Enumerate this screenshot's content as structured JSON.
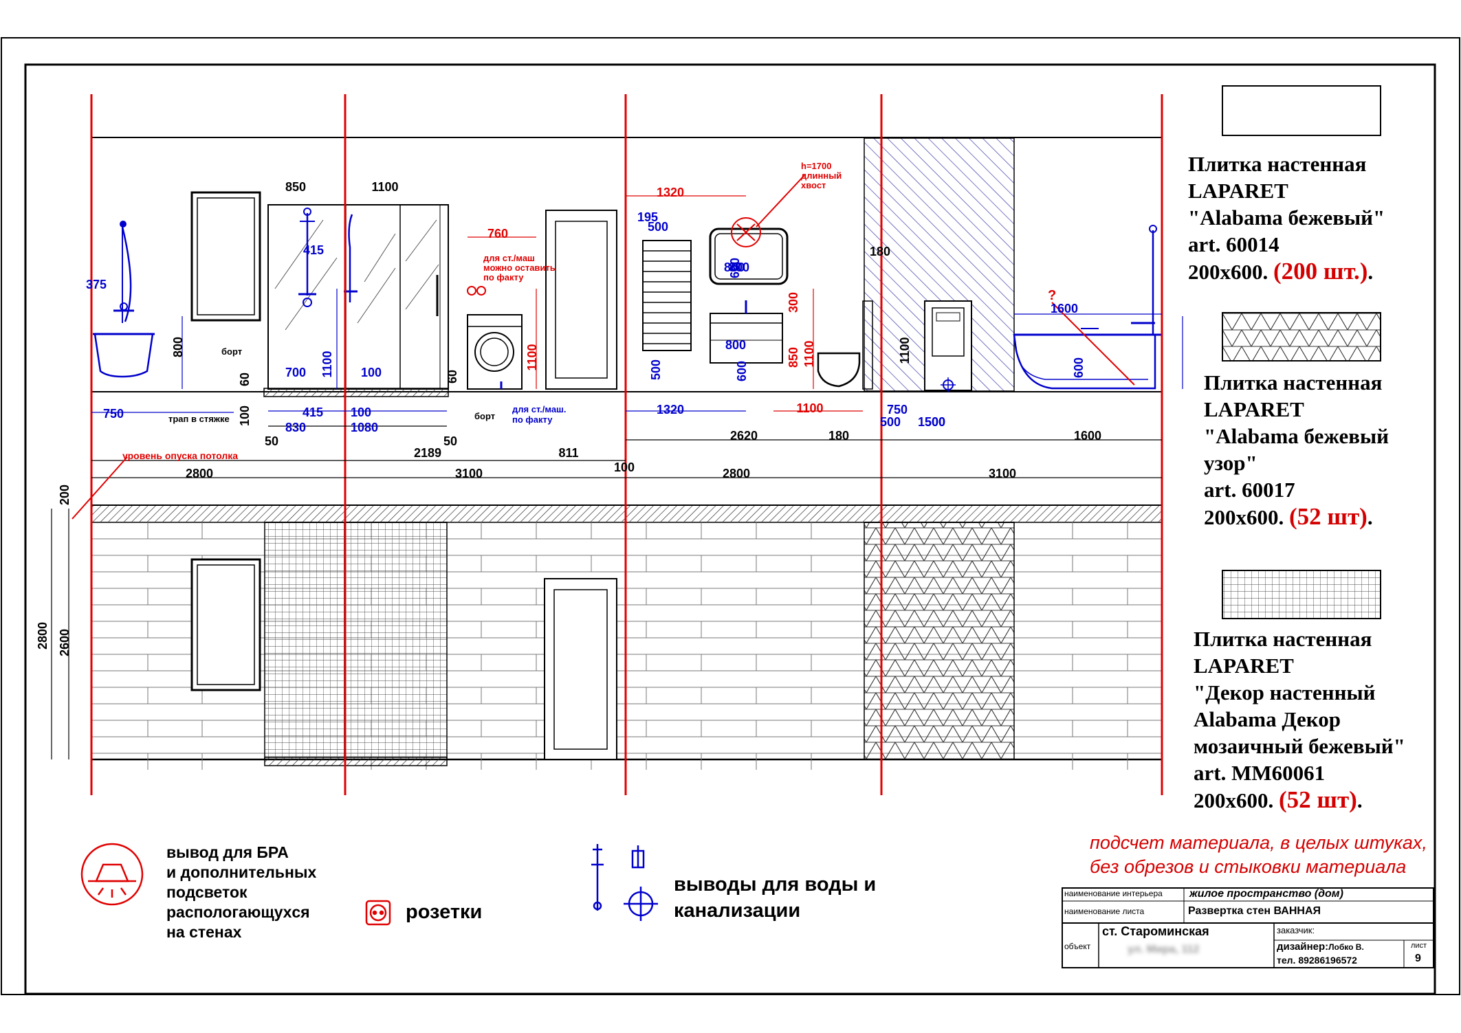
{
  "drawing": {
    "dims_blue": [
      "375",
      "415",
      "1100",
      "700",
      "100",
      "415",
      "100",
      "830",
      "1080",
      "800",
      "750",
      "600",
      "600",
      "500",
      "1320",
      "1600",
      "600",
      "800",
      "500",
      "500",
      "1500",
      "750",
      "195",
      "500",
      "800"
    ],
    "dims_red": [
      "1320",
      "760",
      "1100",
      "850",
      "300",
      "1100",
      "1100"
    ],
    "dims_black": [
      "850",
      "1100",
      "800",
      "60",
      "100",
      "60",
      "50",
      "50",
      "2189",
      "811",
      "100",
      "2620",
      "180",
      "180",
      "1100",
      "1600",
      "2800",
      "3100",
      "2800",
      "3100",
      "200",
      "2800",
      "2600"
    ],
    "annotations": {
      "bort1": "борт",
      "bort2": "борт",
      "trap": "трап в стяжке",
      "ceiling": "уровень опуска потолка",
      "wm_note1": "для ст./маш",
      "wm_note2": "можно оставить",
      "wm_note3": "по факту",
      "wm_note4": "для ст./маш.",
      "wm_note5": "по факту",
      "h_note1": "h=1700",
      "h_note2": "длинный",
      "h_note3": "хвост",
      "question": "?"
    }
  },
  "swatches": [
    {
      "lines": [
        "Плитка настенная",
        "LAPARET",
        "\"Alabama бежевый\"",
        "art. 60014"
      ],
      "size": "200x600. ",
      "count": "(200 шт.)",
      "end": "."
    },
    {
      "lines": [
        "Плитка настенная",
        "LAPARET",
        "\"Alabama бежевый",
        "узор\"",
        "art. 60017"
      ],
      "size": "200x600. ",
      "count": "(52 шт)",
      "end": "."
    },
    {
      "lines": [
        "Плитка настенная",
        "LAPARET",
        "\"Декор настенный",
        "Alabama Декор",
        "мозаичный бежевый\"",
        "art. MM60061"
      ],
      "size": "200x600. ",
      "count": "(52 шт)",
      "end": "."
    }
  ],
  "legend": {
    "bra": [
      "вывод для БРА",
      "и дополнительных",
      "подсветок",
      "распологающуxся",
      "на стенах"
    ],
    "sockets": "розетки",
    "water": [
      "выводы для воды и",
      "канализации"
    ]
  },
  "note": [
    "подсчет материала, в целых штуках,",
    "без обрезов и стыковки материала"
  ],
  "title_block": {
    "interior_label": "наименование интерьера",
    "interior_value": "жилое пространство (дом)",
    "sheet_label": "наименование листа",
    "sheet_value": "Развертка стен ВАННАЯ",
    "object_label": "объект",
    "object_value": "ст. Староминская",
    "address_value": "ул. Мира, 112",
    "client_label": "заказчик:",
    "designer_label": "дизайнер:",
    "designer_name": "Лобко В.",
    "phone": "тел. 89286196572",
    "page_label": "лист",
    "page_number": "9"
  },
  "colors": {
    "red": "#e00000",
    "blue": "#0000cc",
    "hatch": "#3333aa"
  }
}
